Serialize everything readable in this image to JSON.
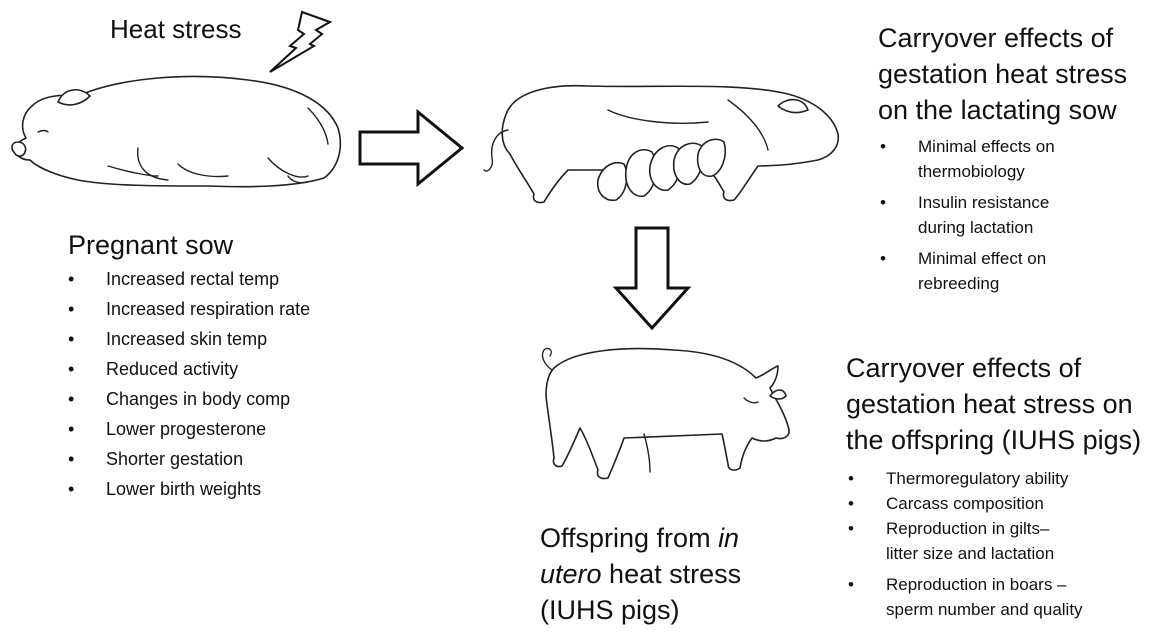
{
  "heat_stress_label": "Heat stress",
  "pregnant_sow": {
    "title": "Pregnant sow",
    "items": [
      "Increased rectal temp",
      "Increased respiration rate",
      "Increased skin temp",
      "Reduced activity",
      "Changes in body comp",
      "Lower progesterone",
      "Shorter gestation",
      "Lower birth weights"
    ]
  },
  "lactating_sow": {
    "title_lines": [
      "Carryover effects of",
      "gestation heat stress",
      "on the lactating sow"
    ],
    "items": [
      [
        "Minimal effects on",
        "thermobiology"
      ],
      [
        "Insulin resistance",
        "during lactation"
      ],
      [
        "Minimal effect on",
        "rebreeding"
      ]
    ]
  },
  "offspring_effects": {
    "title_lines": [
      "Carryover effects of",
      "gestation heat stress on",
      "the offspring (IUHS pigs)"
    ],
    "items": [
      [
        "Thermoregulatory ability"
      ],
      [
        "Carcass composition"
      ],
      [
        "Reproduction in gilts–",
        "litter size and lactation"
      ],
      [
        "Reproduction in boars –",
        "sperm number and quality"
      ]
    ]
  },
  "offspring_label": {
    "line1": "Offspring from ",
    "line1_italic": "in",
    "line2_italic": "utero",
    "line2": " heat stress",
    "line3": "(IUHS pigs)"
  },
  "icons": [
    "lightning-bolt-icon",
    "pregnant-sow-illustration",
    "lactating-sow-illustration",
    "pig-illustration",
    "right-arrow-icon",
    "down-arrow-icon"
  ]
}
